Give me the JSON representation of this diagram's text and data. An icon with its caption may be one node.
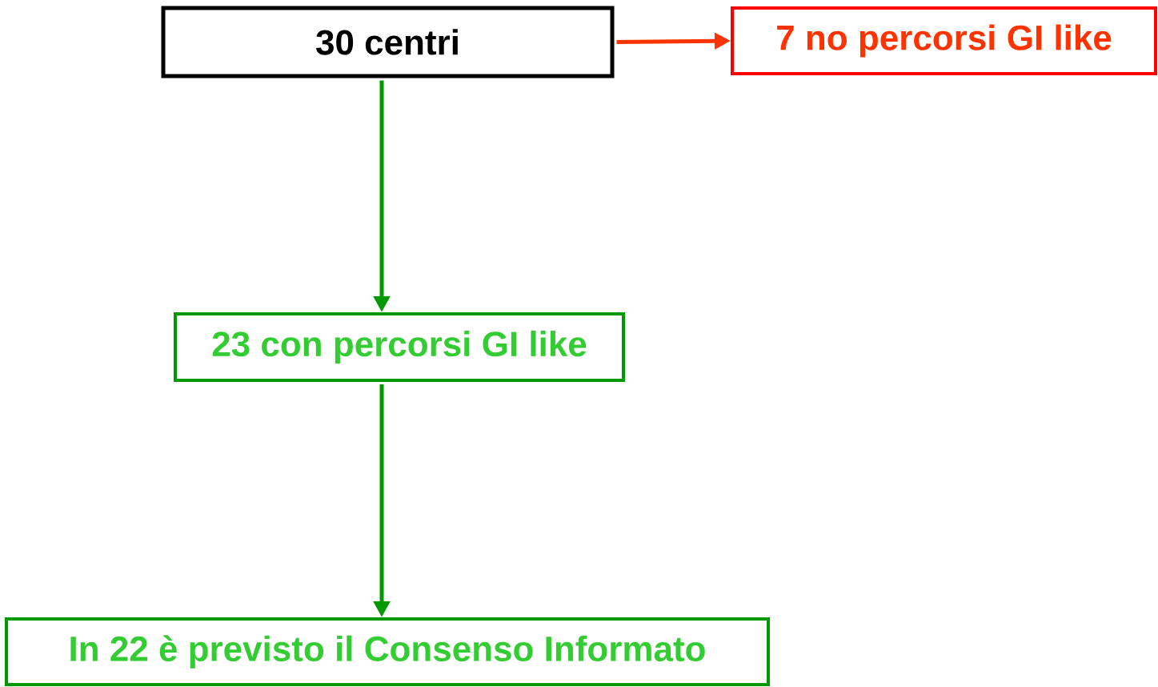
{
  "diagram": {
    "nodes": [
      {
        "text": [
          "30 centri"
        ]
      },
      {
        "text": [
          "7 no percorsi GI like"
        ]
      },
      {
        "text": [
          "23 con percorsi GI like"
        ]
      },
      {
        "text": [
          "In 22 è previsto il Consenso Informato"
        ]
      }
    ],
    "edges": [
      {
        "from": 0,
        "to": 1,
        "arrow": "to",
        "color": "#ff3300"
      },
      {
        "from": 0,
        "to": 2,
        "arrow": "to"
      },
      {
        "from": 2,
        "to": 3,
        "arrow": "to"
      }
    ]
  }
}
